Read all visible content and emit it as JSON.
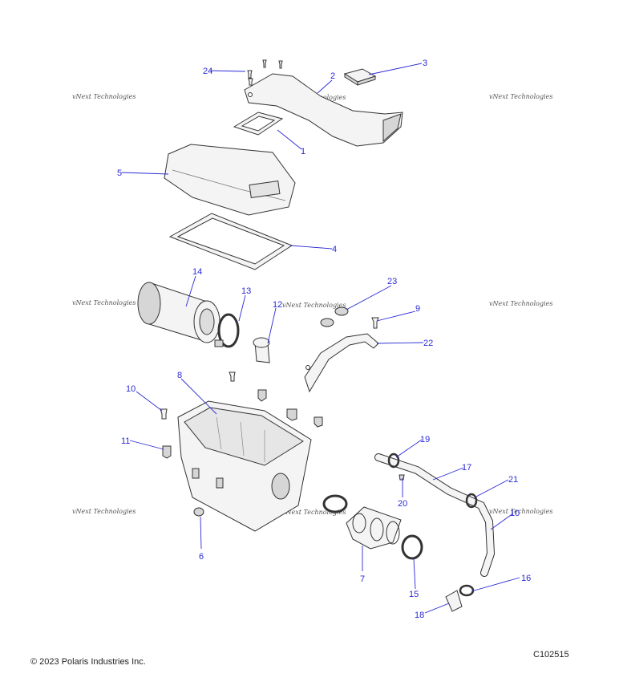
{
  "callouts": {
    "n1": "1",
    "n2": "2",
    "n3": "3",
    "n4": "4",
    "n5": "5",
    "n6": "6",
    "n7": "7",
    "n8": "8",
    "n9": "9",
    "n10": "10",
    "n11": "11",
    "n12": "12",
    "n13": "13",
    "n14": "14",
    "n15": "15",
    "n16": "16",
    "n17": "17",
    "n18": "18",
    "n19": "19",
    "n20": "20",
    "n21": "21",
    "n22": "22",
    "n23": "23",
    "n24": "24",
    "n10b": "10"
  },
  "watermark": "vNext Technologies",
  "footer": {
    "copyright": "© 2023 Polaris Industries Inc.",
    "drawing_number": "C102515"
  }
}
